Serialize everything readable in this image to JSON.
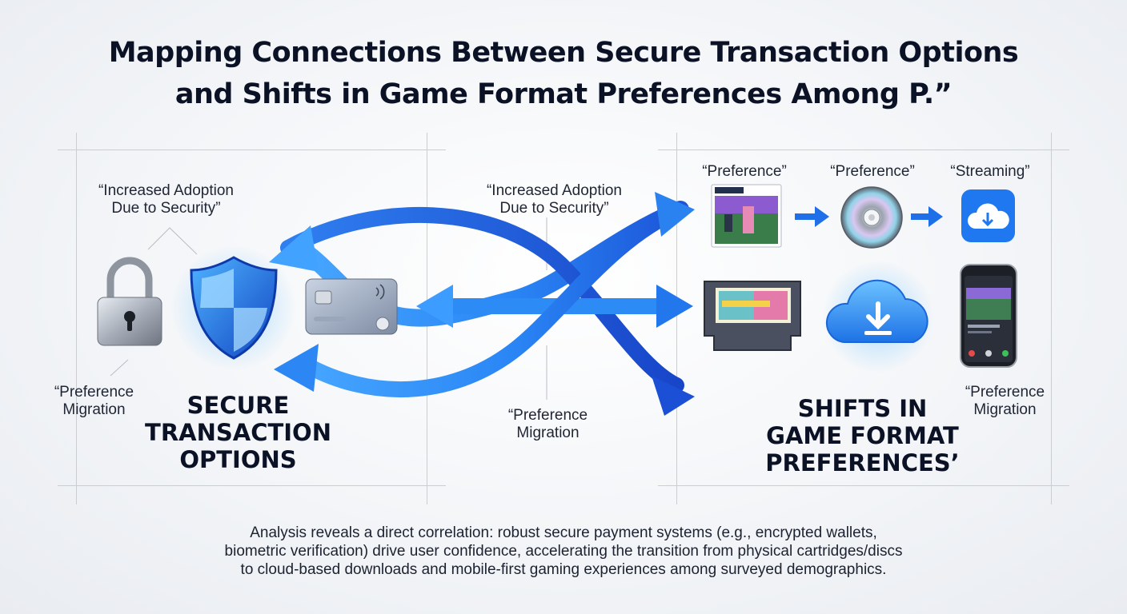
{
  "title": {
    "line1": "Mapping Connections Between Secure Transaction Options",
    "line2": "and Shifts in Game Format Preferences Among P.”"
  },
  "left": {
    "top_label": {
      "line1": "“Increased Adoption",
      "line2": "Due to Security”"
    },
    "bottom_label": {
      "line1": "“Preference",
      "line2": "Migration"
    },
    "heading": {
      "line1": "SECURE",
      "line2": "TRANSACTION",
      "line3": "OPTIONS"
    },
    "icons": [
      "padlock-icon",
      "shield-icon",
      "credit-card-icon"
    ]
  },
  "center": {
    "top_label": {
      "line1": "“Increased Adoption",
      "line2": "Due to Security”"
    },
    "bottom_label": {
      "line1": "“Preference",
      "line2": "Migration"
    }
  },
  "right": {
    "format_labels": [
      "“Preference”",
      "“Preference”",
      "“Streaming”"
    ],
    "bottom_label": {
      "line1": "“Preference",
      "line2": "Migration"
    },
    "heading": {
      "line1": "SHIFTS IN",
      "line2": "GAME FORMAT",
      "line3": "PREFERENCES’"
    },
    "icons": [
      "game-box-icon",
      "disc-icon",
      "cloud-download-app-icon",
      "cartridge-icon",
      "cloud-download-icon",
      "smartphone-icon"
    ]
  },
  "footer": {
    "line1": "Analysis reveals a direct correlation: robust secure payment systems (e.g., encrypted wallets,",
    "line2": "biometric verification) drive user confidence, accelerating the transition from physical cartridges/discs",
    "line3": "to cloud-based downloads and mobile-first gaming experiences among surveyed demographics."
  },
  "colors": {
    "arrow_light": "#47aaff",
    "arrow_mid": "#1f7df0",
    "arrow_dark": "#1a4fd6",
    "text_dark": "#0b1226"
  }
}
